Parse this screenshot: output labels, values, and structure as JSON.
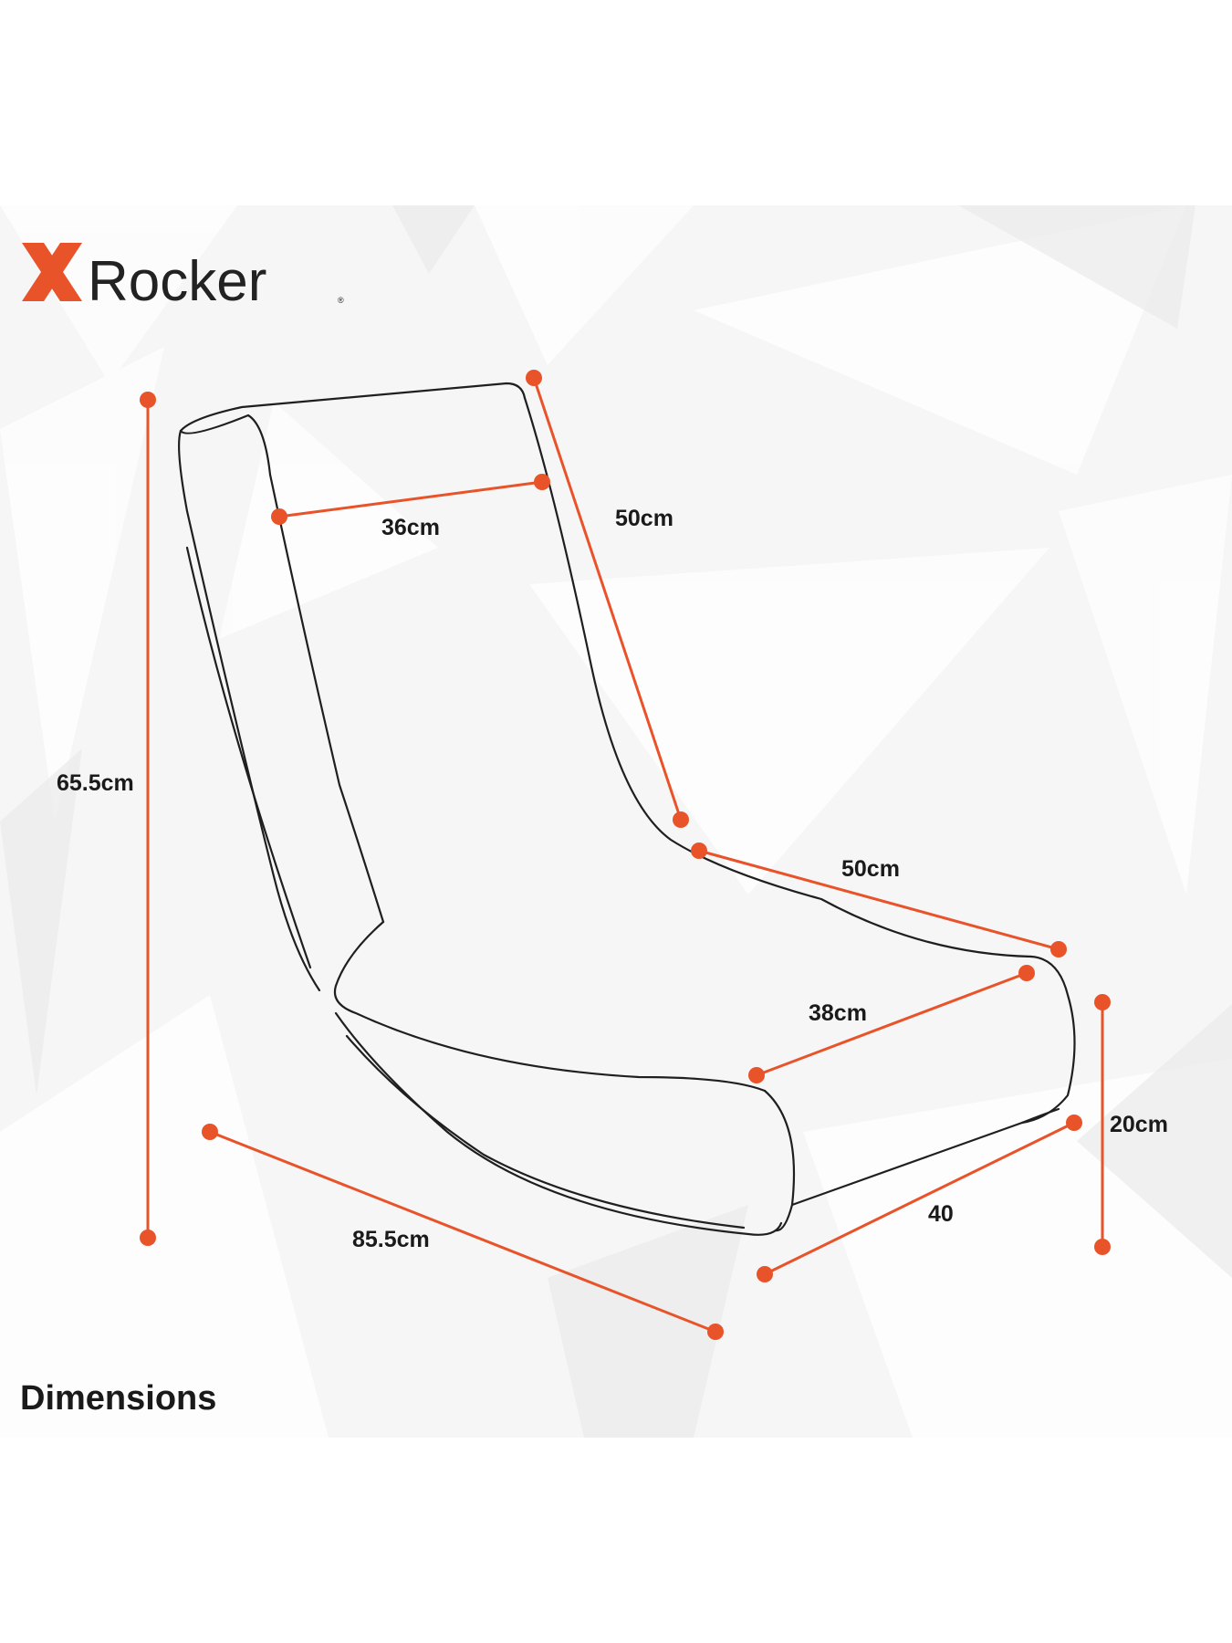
{
  "brand": {
    "name": "Rocker",
    "registered_mark": "®",
    "accent_color": "#e8532a"
  },
  "title": "Dimensions",
  "dimensions": [
    {
      "id": "backrest-width",
      "label": "36cm"
    },
    {
      "id": "backrest-length",
      "label": "50cm"
    },
    {
      "id": "total-height",
      "label": "65.5cm"
    },
    {
      "id": "seat-length",
      "label": "50cm"
    },
    {
      "id": "seat-width",
      "label": "38cm"
    },
    {
      "id": "base-height",
      "label": "20cm"
    },
    {
      "id": "base-width",
      "label": "40"
    },
    {
      "id": "total-length",
      "label": "85.5cm"
    }
  ],
  "colors": {
    "accent": "#e8532a",
    "outline": "#1f1f1f",
    "background": "#f6f6f6",
    "text": "#1a1a1a"
  }
}
